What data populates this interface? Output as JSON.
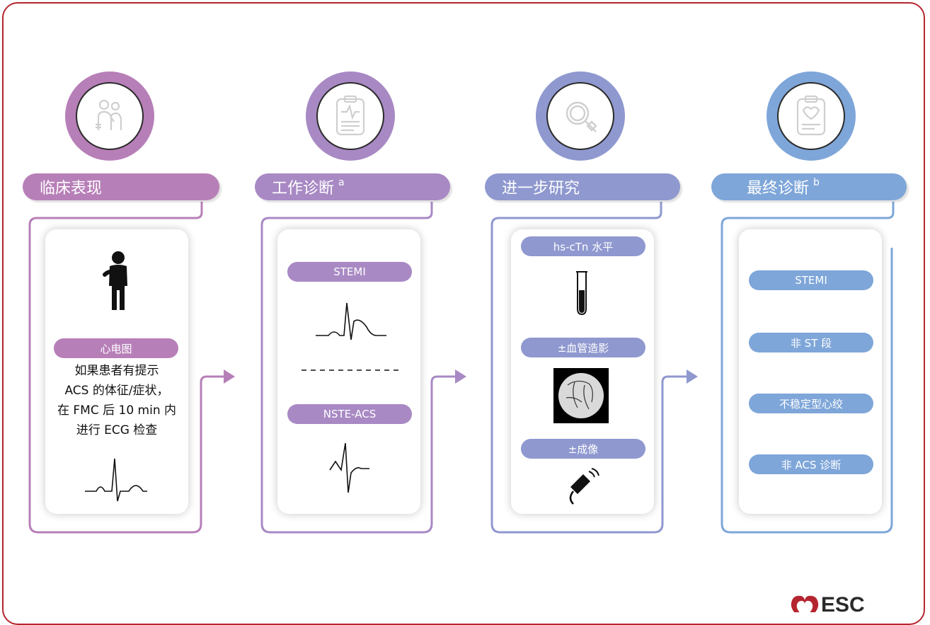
{
  "columns": [
    {
      "title": "临床表现",
      "sup": "",
      "icon": "clinical-presentation-icon"
    },
    {
      "title": "工作诊断",
      "sup": "a",
      "icon": "working-diagnosis-icon"
    },
    {
      "title": "进一步研究",
      "sup": "",
      "icon": "magnifier-icon"
    },
    {
      "title": "最终诊断",
      "sup": "b",
      "icon": "final-diagnosis-icon"
    }
  ],
  "col1": {
    "ecg_label": "心电图",
    "note_lines": [
      "如果患者有提示",
      "ACS 的体征/症状，",
      "在 FMC 后 10 min 内",
      "进行 ECG 检查"
    ]
  },
  "col2": {
    "pills": [
      "STEMI",
      "NSTE-ACS"
    ]
  },
  "col3": {
    "pills": [
      "hs-cTn 水平",
      "±血管造影",
      "±成像"
    ]
  },
  "col4": {
    "pills": [
      "STEMI",
      "非 ST 段",
      "不稳定型心绞",
      "非 ACS 诊断"
    ]
  },
  "logo": {
    "text": "ESC"
  },
  "colors": {
    "frame": "#b5252f",
    "col1": "#b77fb8",
    "col2": "#a889c4",
    "col3": "#8f98cf",
    "col4": "#7ea6d9"
  }
}
